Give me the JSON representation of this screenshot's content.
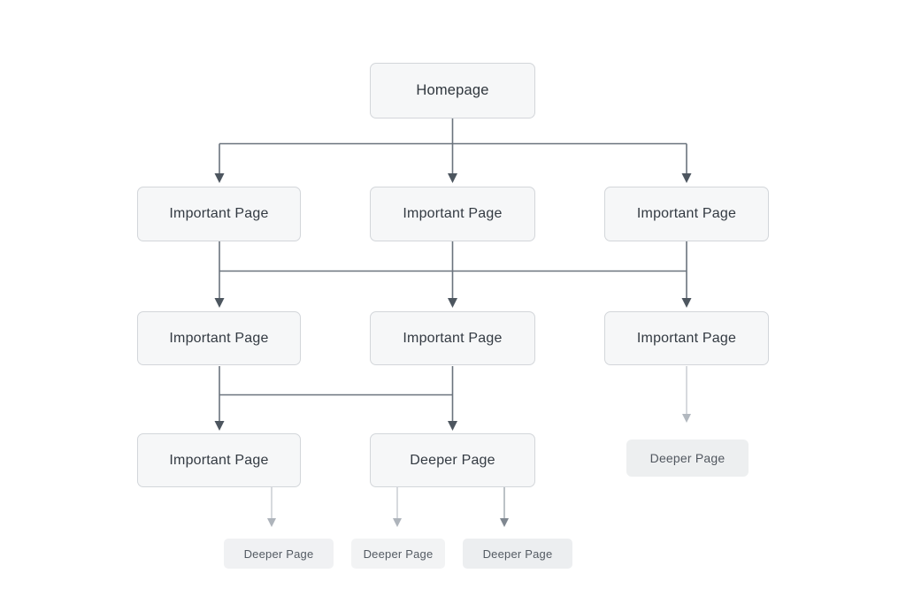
{
  "diagram": {
    "description": "Website structure flow diagram",
    "nodes": [
      {
        "id": "homepage",
        "label": "Homepage",
        "type": "primary-box"
      },
      {
        "id": "important-l2-left",
        "label": "Important Page",
        "type": "primary-box"
      },
      {
        "id": "important-l2-center",
        "label": "Important Page",
        "type": "primary-box"
      },
      {
        "id": "important-l2-right",
        "label": "Important Page",
        "type": "primary-box"
      },
      {
        "id": "important-l3-left",
        "label": "Important Page",
        "type": "primary-box"
      },
      {
        "id": "important-l3-center",
        "label": "Important Page",
        "type": "primary-box"
      },
      {
        "id": "important-l3-right",
        "label": "Important Page",
        "type": "primary-box"
      },
      {
        "id": "important-l4-left",
        "label": "Important Page",
        "type": "primary-box"
      },
      {
        "id": "deeper-l4-center",
        "label": "Deeper Page",
        "type": "primary-box"
      },
      {
        "id": "deeper-l4-right",
        "label": "Deeper Page",
        "type": "gray-chip"
      },
      {
        "id": "deeper-l5-left",
        "label": "Deeper Page",
        "type": "gray-chip"
      },
      {
        "id": "deeper-l5-center",
        "label": "Deeper Page",
        "type": "gray-chip"
      },
      {
        "id": "deeper-l5-right",
        "label": "Deeper Page",
        "type": "gray-chip"
      }
    ],
    "colors": {
      "background": "#ffffff",
      "box_fill": "#f6f7f8",
      "box_border": "#d3d6da",
      "box_text": "#333a42",
      "chip_fill": "#eff0f2",
      "chip_text": "#545b63",
      "connector_dark_line": "#6a737d",
      "connector_dark_head": "#4d565f",
      "connector_light_line": "#c6cbd0",
      "connector_light_head": "#aeb4bb"
    }
  }
}
